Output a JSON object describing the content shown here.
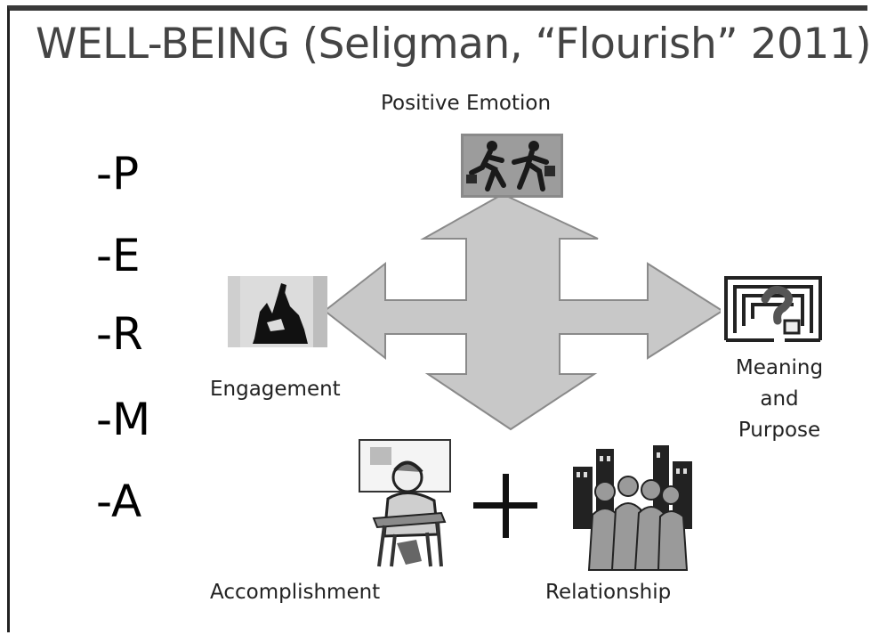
{
  "slide": {
    "title": "WELL-BEING (Seligman, “Flourish” 2011)",
    "perma_letters": [
      "-P",
      "-E",
      "-R",
      "-M",
      "-A"
    ]
  },
  "diagram": {
    "nodes": {
      "positive_emotion": {
        "label": "Positive Emotion",
        "icon": "running-people-icon"
      },
      "engagement": {
        "label": "Engagement",
        "icon": "hands-icon"
      },
      "meaning": {
        "label_lines": [
          "Meaning",
          "and",
          "Purpose"
        ],
        "icon": "maze-question-icon"
      },
      "accomplishment": {
        "label": "Accomplishment",
        "icon": "student-desk-icon"
      },
      "relationship": {
        "label": "Relationship",
        "icon": "group-people-icon"
      }
    },
    "connector": "plus",
    "arrow_color": "#c8c8c8"
  }
}
